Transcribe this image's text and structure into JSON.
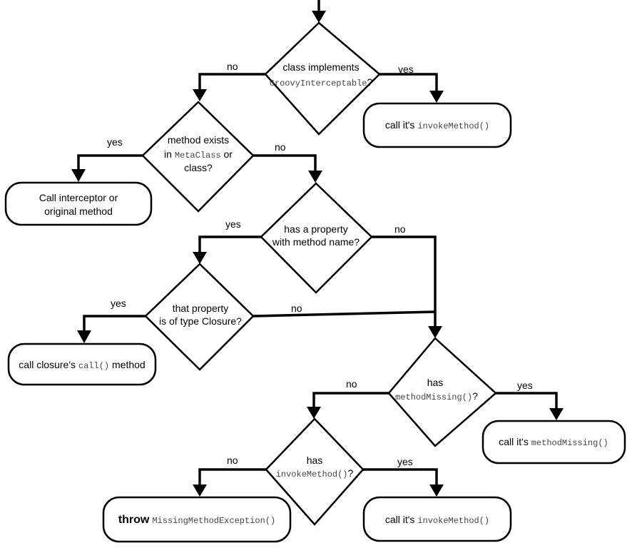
{
  "decisions": {
    "groovy_interceptable": {
      "line1": "class implements",
      "code": "GroovyInterceptable",
      "suffix": "?"
    },
    "method_exists": {
      "line1": "method exists",
      "prefix": "in ",
      "code": "MetaClass",
      "suffix": " or",
      "line3": "class?"
    },
    "has_property": {
      "line1": "has a property",
      "line2": "with method name?"
    },
    "property_closure": {
      "line1": "that property",
      "line2": "is of type Closure?"
    },
    "has_method_missing": {
      "line1": "has",
      "code": "methodMissing()",
      "suffix": "?"
    },
    "has_invoke_method": {
      "line1": "has",
      "code": "invokeMethod()",
      "suffix": "?"
    }
  },
  "actions": {
    "call_invoke_method_top": {
      "prefix": "call it's ",
      "code": "invokeMethod()"
    },
    "call_interceptor": {
      "line1": "Call interceptor or",
      "line2": "original method"
    },
    "call_closure": {
      "prefix": "call closure's ",
      "code": "call()",
      "suffix": " method"
    },
    "call_method_missing": {
      "prefix": "call it's ",
      "code": "methodMissing()"
    },
    "throw_exception": {
      "keyword": "throw",
      "code": "MissingMethodException()"
    },
    "call_invoke_method_bottom": {
      "prefix": "call it's ",
      "code": "invokeMethod()"
    }
  },
  "edge_labels": {
    "d1_no": "no",
    "d1_yes": "yes",
    "d2_yes": "yes",
    "d2_no": "no",
    "d3_yes": "yes",
    "d3_no": "no",
    "d4_yes": "yes",
    "d4_no": "no",
    "d5_no": "no",
    "d5_yes": "yes",
    "d6_no": "no",
    "d6_yes": "yes"
  }
}
